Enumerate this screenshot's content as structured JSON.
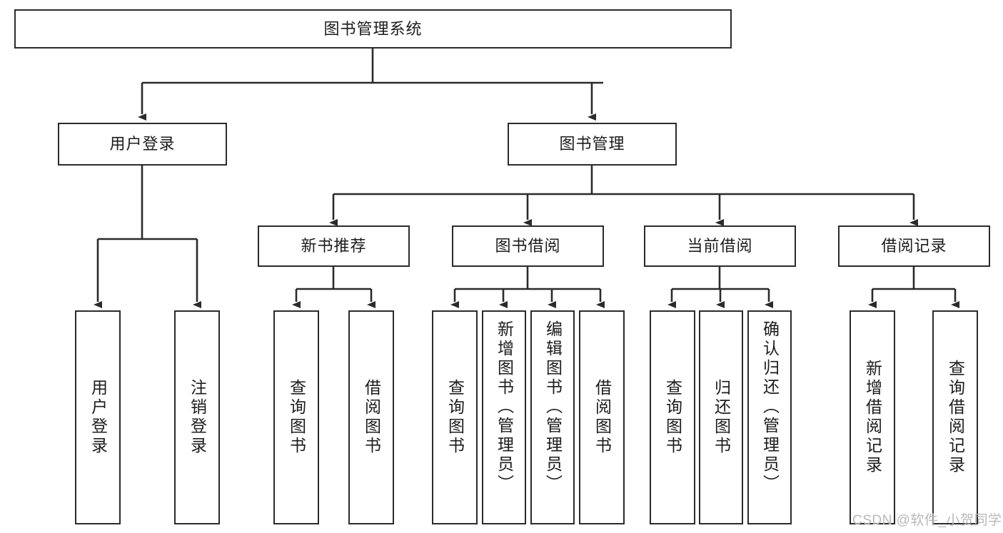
{
  "diagram": {
    "type": "tree-hierarchy-chart",
    "title": "图书管理系统",
    "watermark": "CSDN @软件_小贺同学",
    "colors": {
      "box_border": "#2b2b2b",
      "box_fill": "#ffffff",
      "edge": "#2b2b2b",
      "text": "#1c1c1c",
      "watermark": "#b8b8b8"
    },
    "nodes": {
      "root": {
        "label": "图书管理系统",
        "level": 0
      },
      "level1": [
        {
          "id": "user-login",
          "label": "用户登录"
        },
        {
          "id": "book-manage",
          "label": "图书管理"
        }
      ],
      "level2": [
        {
          "id": "new-book-recommend",
          "label": "新书推荐",
          "parent": "book-manage"
        },
        {
          "id": "book-borrow",
          "label": "图书借阅",
          "parent": "book-manage"
        },
        {
          "id": "current-borrow",
          "label": "当前借阅",
          "parent": "book-manage"
        },
        {
          "id": "borrow-record",
          "label": "借阅记录",
          "parent": "book-manage"
        }
      ],
      "leaves": [
        {
          "id": "leaf-user-login",
          "label": "用户登录",
          "parent": "user-login"
        },
        {
          "id": "leaf-logout",
          "label": "注销登录",
          "parent": "user-login"
        },
        {
          "id": "leaf-query-book-1",
          "label": "查询图书",
          "parent": "new-book-recommend"
        },
        {
          "id": "leaf-borrow-book-1",
          "label": "借阅图书",
          "parent": "new-book-recommend"
        },
        {
          "id": "leaf-query-book-2",
          "label": "查询图书",
          "parent": "book-borrow"
        },
        {
          "id": "leaf-add-book",
          "label": "新增图书（管理员）",
          "parent": "book-borrow"
        },
        {
          "id": "leaf-edit-book",
          "label": "编辑图书（管理员）",
          "parent": "book-borrow"
        },
        {
          "id": "leaf-borrow-book-2",
          "label": "借阅图书",
          "parent": "book-borrow"
        },
        {
          "id": "leaf-query-book-3",
          "label": "查询图书",
          "parent": "current-borrow"
        },
        {
          "id": "leaf-return-book",
          "label": "归还图书",
          "parent": "current-borrow"
        },
        {
          "id": "leaf-confirm-return",
          "label": "确认归还（管理员）",
          "parent": "current-borrow"
        },
        {
          "id": "leaf-add-record",
          "label": "新增借阅记录",
          "parent": "borrow-record"
        },
        {
          "id": "leaf-query-record",
          "label": "查询借阅记录",
          "parent": "borrow-record"
        }
      ]
    }
  }
}
